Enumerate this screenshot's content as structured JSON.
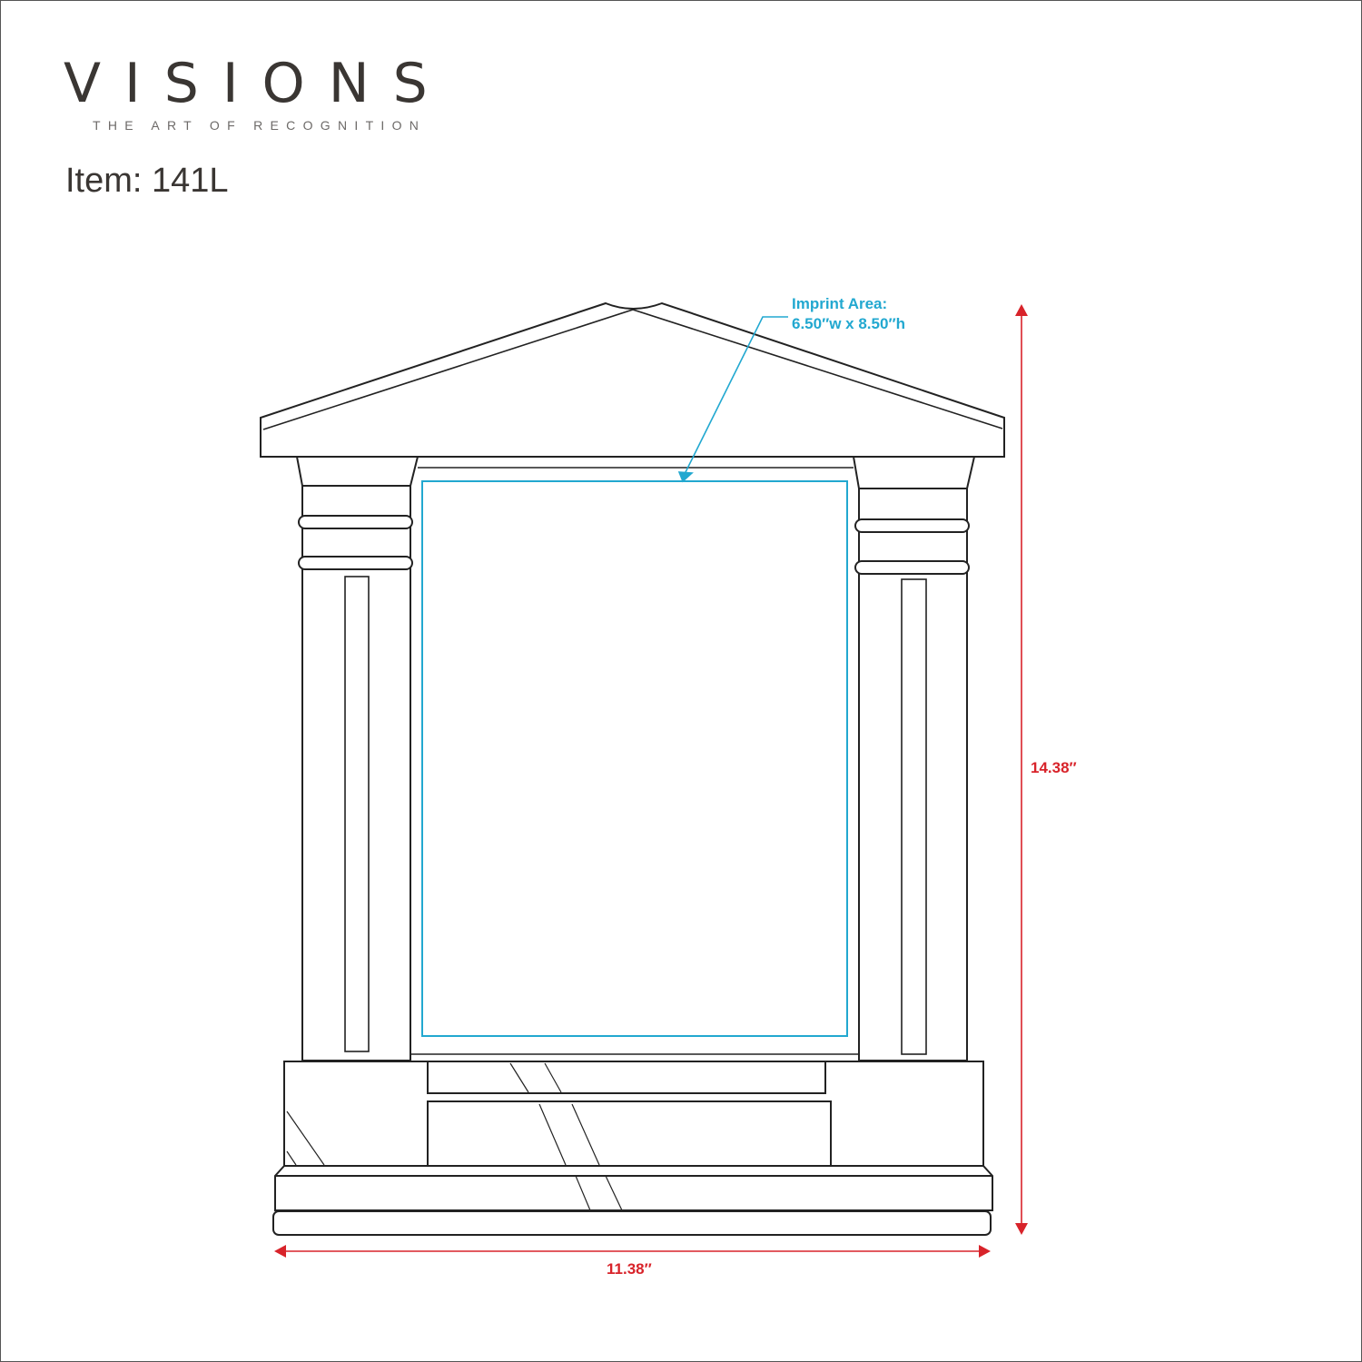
{
  "brand": {
    "name": "VISIONS",
    "tagline": "THE ART OF RECOGNITION"
  },
  "item": {
    "label": "Item: 141L"
  },
  "imprint": {
    "title": "Imprint Area:",
    "size": "6.50″w x 8.50″h"
  },
  "dimensions": {
    "height": "14.38″",
    "width": "11.38″"
  },
  "colors": {
    "line": "#222222",
    "imprint": "#22a8d0",
    "dimension": "#d8232a"
  }
}
